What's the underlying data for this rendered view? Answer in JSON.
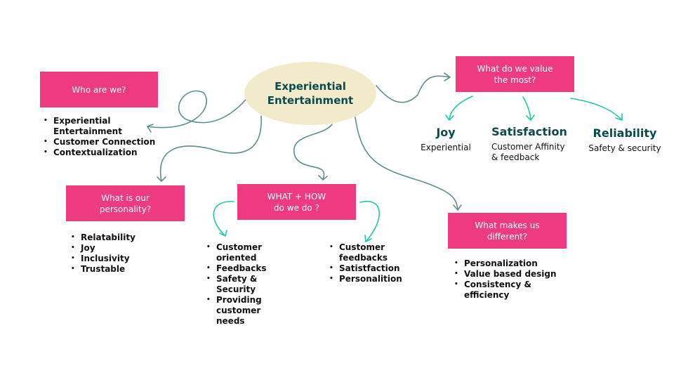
{
  "center": {
    "line1": "Experiential",
    "line2": "Entertainment"
  },
  "who": {
    "title": "Who are we?",
    "items": [
      "Experiential Entertainment",
      "Customer Connection",
      "Contextualization"
    ]
  },
  "personality": {
    "title": "What is our personality?",
    "items": [
      "Relatability",
      "Joy",
      "Inclusivity",
      "Trustable"
    ]
  },
  "whathow": {
    "title_line1": "WHAT + HOW",
    "title_line2": "do we do ?",
    "left_items": [
      "Customer oriented",
      "Feedbacks",
      "Safety & Security",
      "Providing customer needs"
    ],
    "right_items": [
      "Customer feedbacks",
      "Satistfaction",
      "Personalition"
    ]
  },
  "different": {
    "title": "What makes us different?",
    "items": [
      "Personalization",
      "Value based design",
      "Consistency & efficiency"
    ]
  },
  "value": {
    "title": "What do we value the most?",
    "values": [
      {
        "title": "Joy",
        "sub": "Experiential"
      },
      {
        "title": "Satisfaction",
        "sub": "Customer Affinity & feedback"
      },
      {
        "title": "Reliability",
        "sub": "Safety & security"
      }
    ]
  },
  "colors": {
    "pink": "#EE3A7E",
    "ellipse": "#F1EBCC",
    "teal_text": "#0C4A4A",
    "connector": "#5E8E8E",
    "accent_arrow": "#1FC9A8"
  }
}
